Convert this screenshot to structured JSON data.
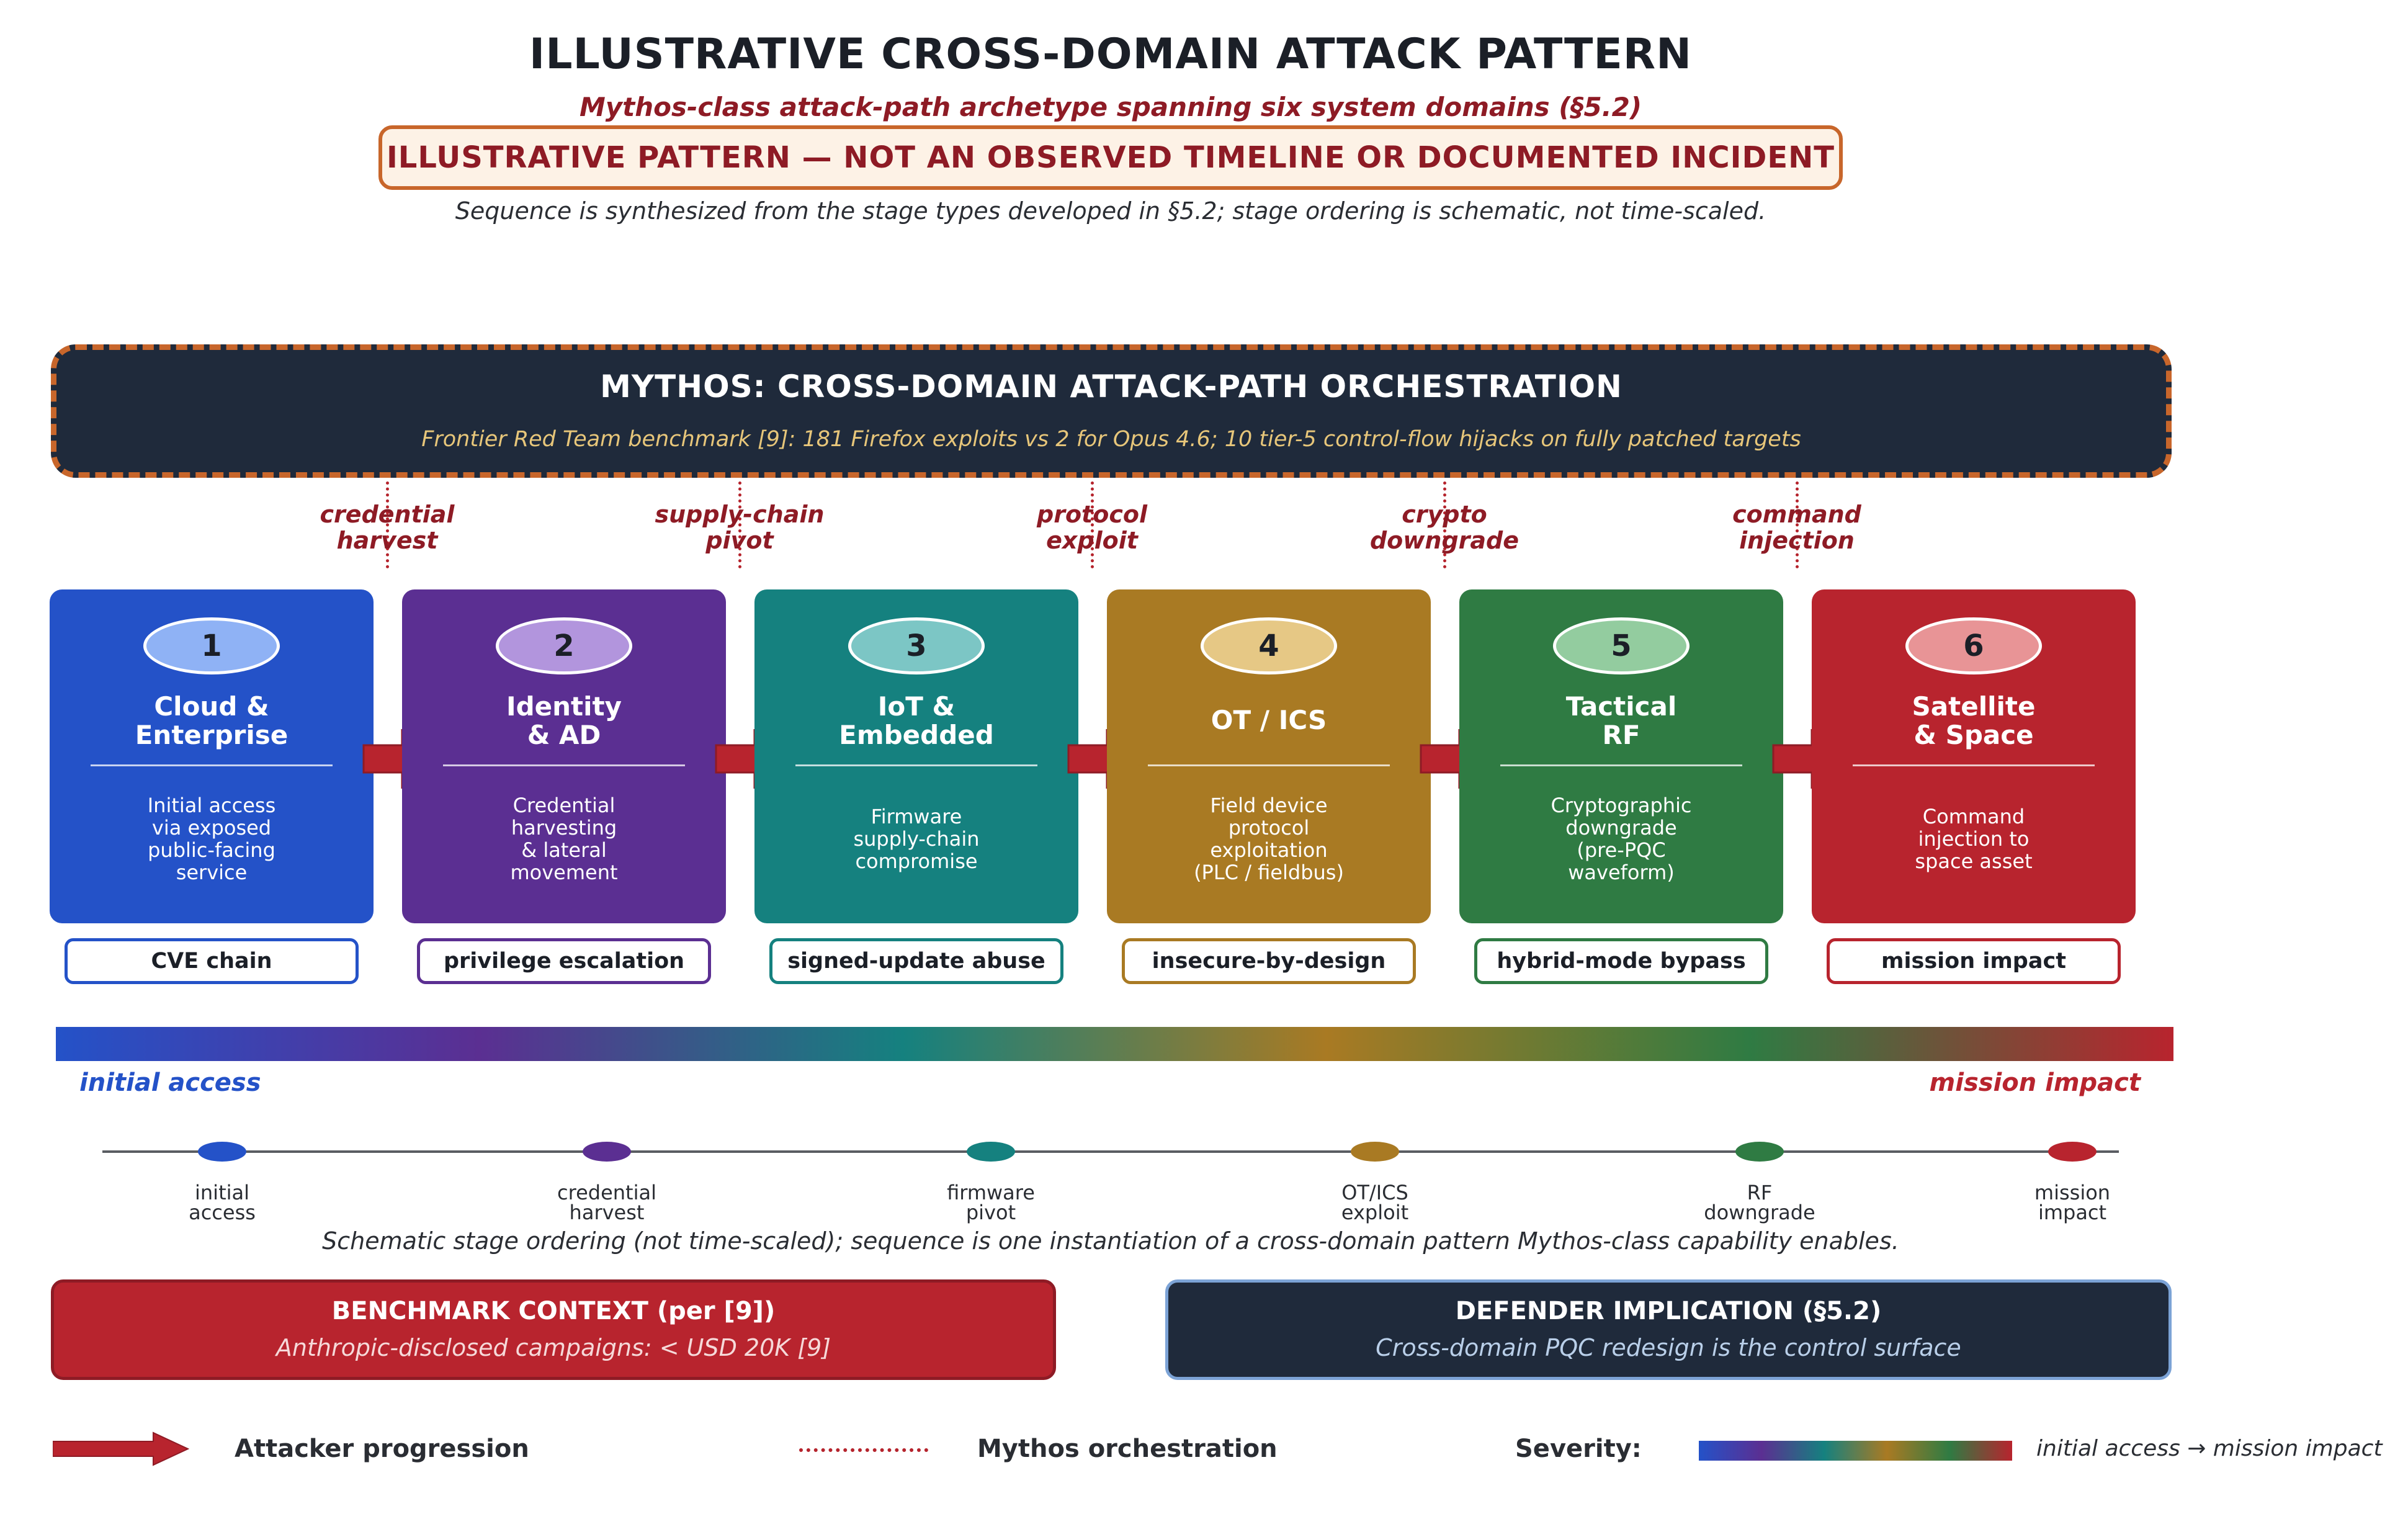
{
  "header": {
    "title": "ILLUSTRATIVE CROSS-DOMAIN ATTACK PATTERN",
    "subtitle": "Mythos-class attack-path archetype spanning six system domains (§5.2)",
    "banner": "ILLUSTRATIVE PATTERN — NOT AN OBSERVED TIMELINE OR DOCUMENTED INCIDENT",
    "note": "Sequence is synthesized from the stage types developed in §5.2; stage ordering is schematic, not time-scaled."
  },
  "orchestration": {
    "title": "MYTHOS: CROSS-DOMAIN ATTACK-PATH ORCHESTRATION",
    "subtitle": "Frontier Red Team benchmark [9]: 181 Firefox exploits vs 2 for Opus 4.6; 10 tier-5 control-flow hijacks on fully patched targets"
  },
  "pivots": [
    {
      "line1": "credential",
      "line2": "harvest"
    },
    {
      "line1": "supply-chain",
      "line2": "pivot"
    },
    {
      "line1": "protocol",
      "line2": "exploit"
    },
    {
      "line1": "crypto",
      "line2": "downgrade"
    },
    {
      "line1": "command",
      "line2": "injection"
    }
  ],
  "stages": [
    {
      "num": "1",
      "name1": "Cloud &",
      "name2": "Enterprise",
      "desc": [
        "Initial access",
        "via exposed",
        "public-facing",
        "service"
      ],
      "tag": "CVE chain",
      "color": "#2452c8",
      "badge": "#8fb2f5",
      "tagborder": "#2452c8"
    },
    {
      "num": "2",
      "name1": "Identity",
      "name2": "& AD",
      "desc": [
        "Credential",
        "harvesting",
        "& lateral",
        "movement"
      ],
      "tag": "privilege escalation",
      "color": "#5b2f92",
      "badge": "#b295dd",
      "tagborder": "#5b2f92"
    },
    {
      "num": "3",
      "name1": "IoT &",
      "name2": "Embedded",
      "desc": [
        "Firmware",
        "supply-chain",
        "compromise"
      ],
      "tag": "signed-update abuse",
      "color": "#15817f",
      "badge": "#7cc6c5",
      "tagborder": "#15817f"
    },
    {
      "num": "4",
      "name1": "OT / ICS",
      "name2": "",
      "desc": [
        "Field device",
        "protocol",
        "exploitation",
        "(PLC / fieldbus)"
      ],
      "tag": "insecure-by-design",
      "color": "#a97a23",
      "badge": "#e6c885",
      "tagborder": "#a97a23"
    },
    {
      "num": "5",
      "name1": "Tactical",
      "name2": "RF",
      "desc": [
        "Cryptographic",
        "downgrade",
        "(pre-PQC",
        "waveform)"
      ],
      "tag": "hybrid-mode bypass",
      "color": "#2f7b43",
      "badge": "#93cc9f",
      "tagborder": "#2f7b43"
    },
    {
      "num": "6",
      "name1": "Satellite",
      "name2": "& Space",
      "desc": [
        "Command",
        "injection to",
        "space asset"
      ],
      "tag": "mission impact",
      "color": "#b8242e",
      "badge": "#e89496",
      "tagborder": "#b8242e"
    }
  ],
  "severity": {
    "left": "initial access",
    "right": "mission impact"
  },
  "timeline": {
    "points": [
      {
        "line1": "initial",
        "line2": "access",
        "color": "#2452c8"
      },
      {
        "line1": "credential",
        "line2": "harvest",
        "color": "#5b2f92"
      },
      {
        "line1": "firmware",
        "line2": "pivot",
        "color": "#15817f"
      },
      {
        "line1": "OT/ICS",
        "line2": "exploit",
        "color": "#a97a23"
      },
      {
        "line1": "RF",
        "line2": "downgrade",
        "color": "#2f7b43"
      },
      {
        "line1": "mission",
        "line2": "impact",
        "color": "#b8242e"
      }
    ],
    "note": "Schematic stage ordering (not time-scaled); sequence is one instantiation of a cross-domain pattern Mythos-class capability enables."
  },
  "benchmark": {
    "title": "BENCHMARK CONTEXT (per [9])",
    "subtitle": "Anthropic-disclosed campaigns: < USD 20K [9]"
  },
  "defender": {
    "title": "DEFENDER IMPLICATION (§5.2)",
    "subtitle": "Cross-domain PQC redesign is the control surface"
  },
  "legend": {
    "progression": "Attacker progression",
    "orchestration": "Mythos orchestration",
    "severity_label": "Severity:",
    "severity_range": "initial access → mission impact"
  }
}
